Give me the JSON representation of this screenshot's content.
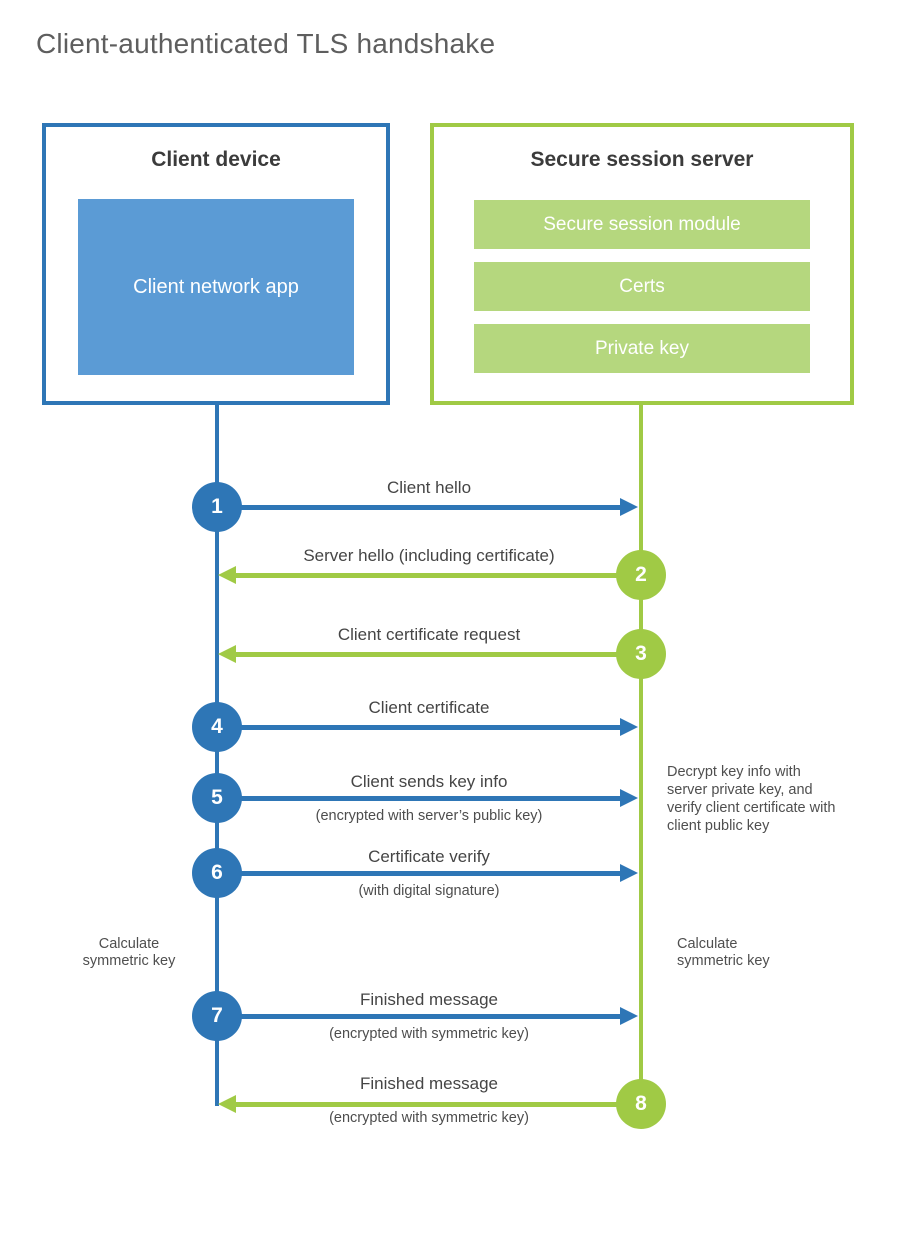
{
  "title": "Client-authenticated TLS handshake",
  "colors": {
    "blue": "#2e76b6",
    "blue_light": "#5b9bd5",
    "green": "#a0ca45",
    "green_light": "#b5d77e",
    "heading_text": "#3b3b3b",
    "label_text": "#454545",
    "title_text": "#5e5e5e",
    "white": "#ffffff"
  },
  "client_box": {
    "title": "Client device",
    "module": "Client network app"
  },
  "server_box": {
    "title": "Secure session server",
    "modules": [
      "Secure session module",
      "Certs",
      "Private key"
    ]
  },
  "steps": [
    {
      "number": "1",
      "label": "Client hello",
      "sublabel": "",
      "direction": "client-to-server"
    },
    {
      "number": "2",
      "label": "Server hello (including certificate)",
      "sublabel": "",
      "direction": "server-to-client"
    },
    {
      "number": "3",
      "label": "Client certificate request",
      "sublabel": "",
      "direction": "server-to-client"
    },
    {
      "number": "4",
      "label": "Client certificate",
      "sublabel": "",
      "direction": "client-to-server"
    },
    {
      "number": "5",
      "label": "Client sends key info",
      "sublabel": "(encrypted with server’s public key)",
      "direction": "client-to-server"
    },
    {
      "number": "6",
      "label": "Certificate verify",
      "sublabel": "(with digital signature)",
      "direction": "client-to-server"
    },
    {
      "number": "7",
      "label": "Finished message",
      "sublabel": "(encrypted with symmetric key)",
      "direction": "client-to-server"
    },
    {
      "number": "8",
      "label": "Finished message",
      "sublabel": "(encrypted with symmetric key)",
      "direction": "server-to-client"
    }
  ],
  "notes": {
    "decrypt_note": "Decrypt key info with server private key, and verify client certificate with client public key",
    "calc_left": "Calculate symmetric key",
    "calc_right": "Calculate symmetric key"
  }
}
